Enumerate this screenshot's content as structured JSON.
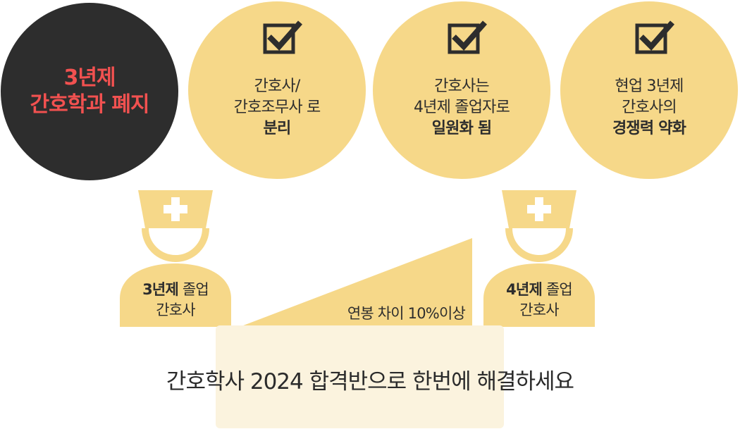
{
  "colors": {
    "accent_red": "#f25150",
    "dark": "#2d2d2d",
    "yellow": "#f6d889",
    "light_cream": "#fbf3de"
  },
  "circles": {
    "abolish": {
      "line1": "3년제",
      "line2": "간호학과 폐지"
    },
    "items": [
      {
        "icon": "checkbox-check-icon",
        "line1": "간호사/",
        "line2": "간호조무사 로",
        "line3_bold": "분리"
      },
      {
        "icon": "checkbox-check-icon",
        "line1": "간호사는",
        "line2": "4년제 졸업자로",
        "line3_bold": "일원화 됨"
      },
      {
        "icon": "checkbox-check-icon",
        "line1": "현업 3년제",
        "line2": "간호사의",
        "line3_bold": "경쟁력 약화"
      }
    ]
  },
  "nurses": {
    "left": {
      "icon": "nurse-icon",
      "bold": "3년제",
      "rest": " 졸업",
      "line2": "간호사"
    },
    "right": {
      "icon": "nurse-icon",
      "bold": "4년제",
      "rest": " 졸업",
      "line2": "간호사"
    }
  },
  "salary_gap": {
    "label": "연봉  차이 10%이상"
  },
  "banner": {
    "text": "간호학사 2024 합격반으로 한번에 해결하세요"
  }
}
